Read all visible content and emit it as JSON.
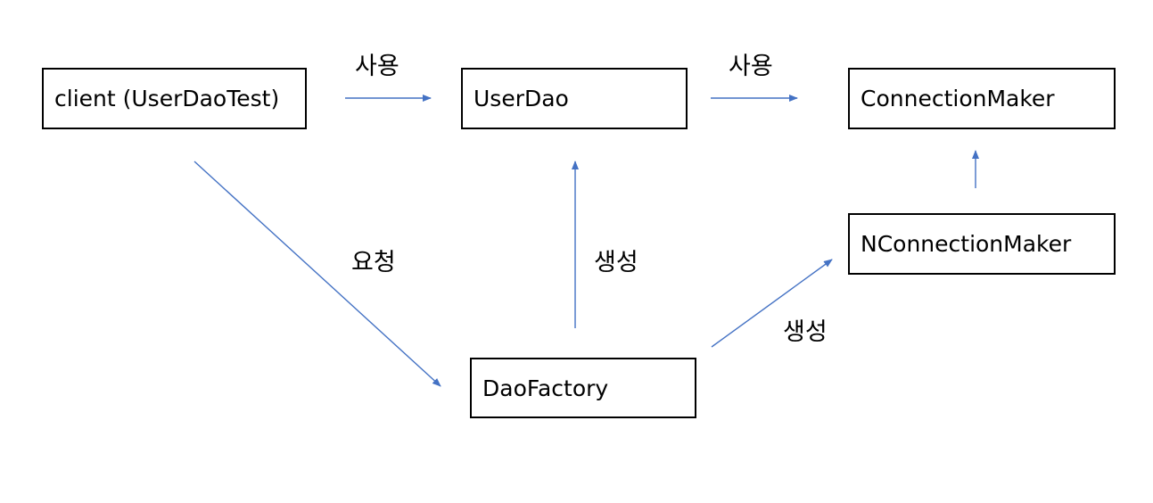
{
  "nodes": {
    "client": "client  (UserDaoTest)",
    "user_dao": "UserDao",
    "connection_maker": "ConnectionMaker",
    "n_connection_maker": "NConnectionMaker",
    "dao_factory": "DaoFactory"
  },
  "edges": {
    "client_to_userdao": "사용",
    "userdao_to_connectionmaker": "사용",
    "client_to_daofactory": "요청",
    "daofactory_to_userdao": "생성",
    "daofactory_to_nconnectionmaker": "생성"
  },
  "colors": {
    "arrow": "#4472C4",
    "box_border": "#000000"
  }
}
